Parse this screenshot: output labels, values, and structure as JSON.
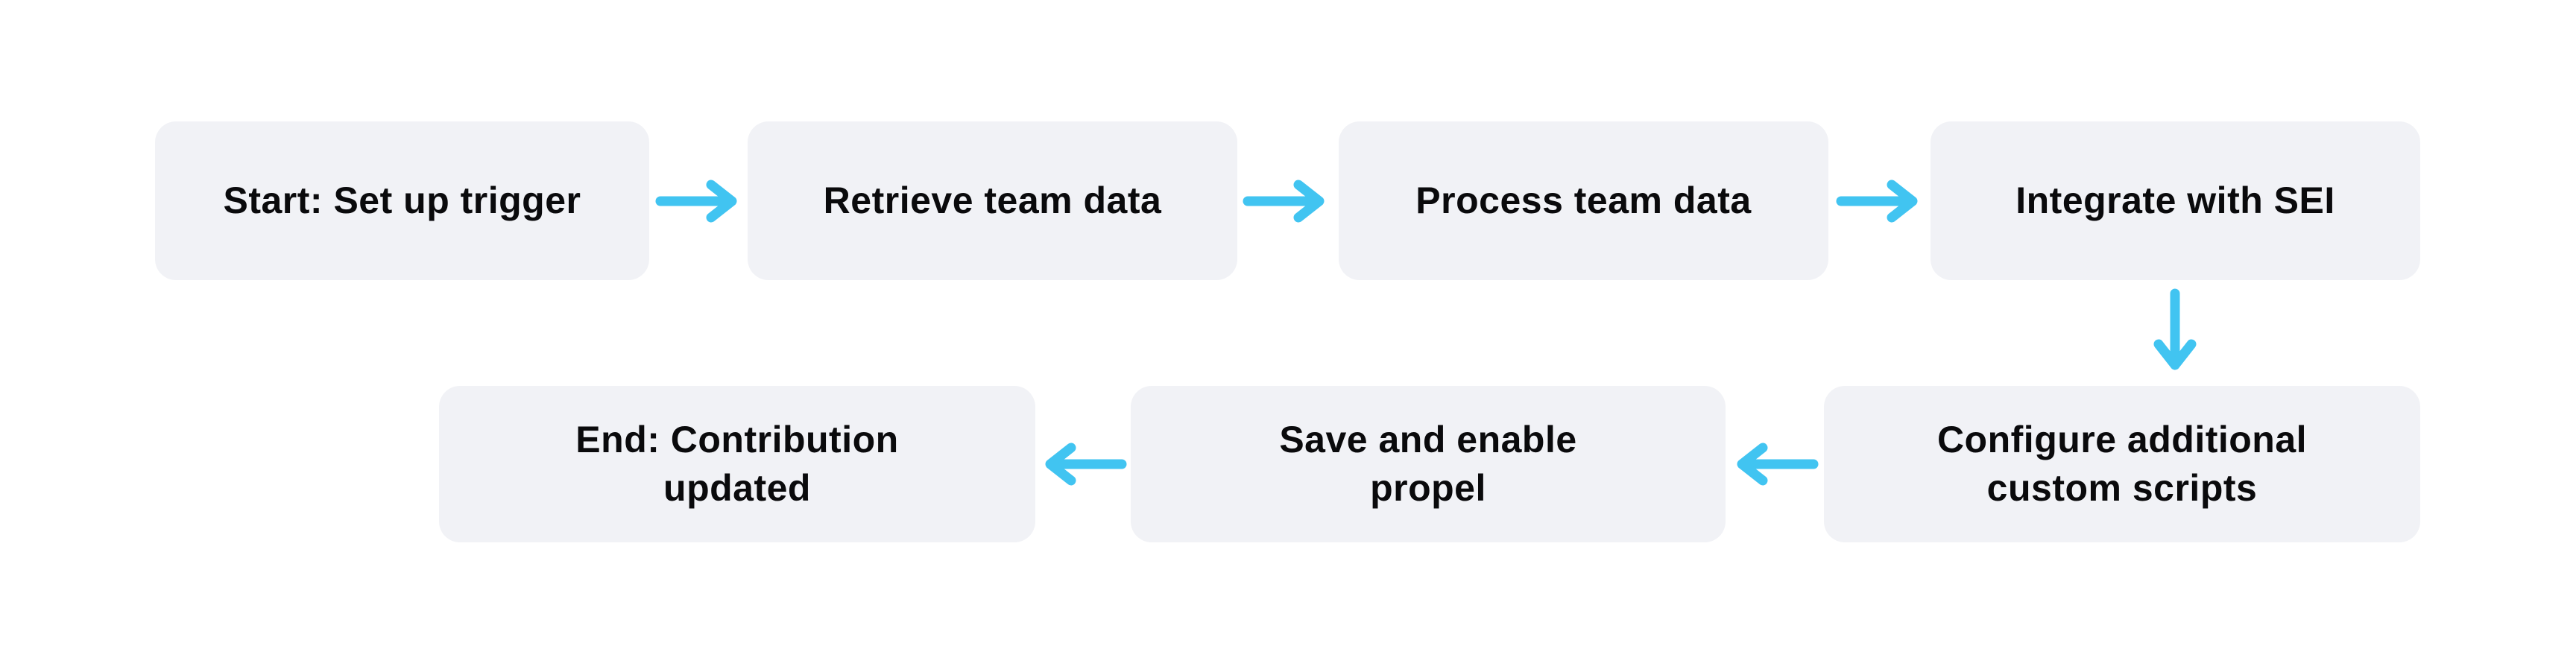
{
  "flowchart": {
    "colors": {
      "canvas_background": "#ffffff",
      "node_fill": "#f1f2f6",
      "text": "#0a0a0c",
      "arrow": "#41c4f1"
    },
    "nodes": [
      {
        "id": "start",
        "label": "Start: Set up trigger",
        "lines": [
          "Start: Set up trigger"
        ]
      },
      {
        "id": "retrieve-team-data",
        "label": "Retrieve team data",
        "lines": [
          "Retrieve team data"
        ]
      },
      {
        "id": "process-team-data",
        "label": "Process team data",
        "lines": [
          "Process team data"
        ]
      },
      {
        "id": "integrate-with-sei",
        "label": "Integrate with SEI",
        "lines": [
          "Integrate with SEI"
        ]
      },
      {
        "id": "configure-custom-scripts",
        "label": "Configure additional custom scripts",
        "lines": [
          "Configure additional",
          "custom scripts"
        ]
      },
      {
        "id": "save-and-enable-propel",
        "label": "Save and enable propel",
        "lines": [
          "Save and enable",
          "propel"
        ]
      },
      {
        "id": "end",
        "label": "End: Contribution updated",
        "lines": [
          "End: Contribution",
          "updated"
        ]
      }
    ],
    "edges": [
      {
        "from": "start",
        "to": "retrieve-team-data",
        "direction": "right"
      },
      {
        "from": "retrieve-team-data",
        "to": "process-team-data",
        "direction": "right"
      },
      {
        "from": "process-team-data",
        "to": "integrate-with-sei",
        "direction": "right"
      },
      {
        "from": "integrate-with-sei",
        "to": "configure-custom-scripts",
        "direction": "down"
      },
      {
        "from": "configure-custom-scripts",
        "to": "save-and-enable-propel",
        "direction": "left"
      },
      {
        "from": "save-and-enable-propel",
        "to": "end",
        "direction": "left"
      }
    ]
  }
}
